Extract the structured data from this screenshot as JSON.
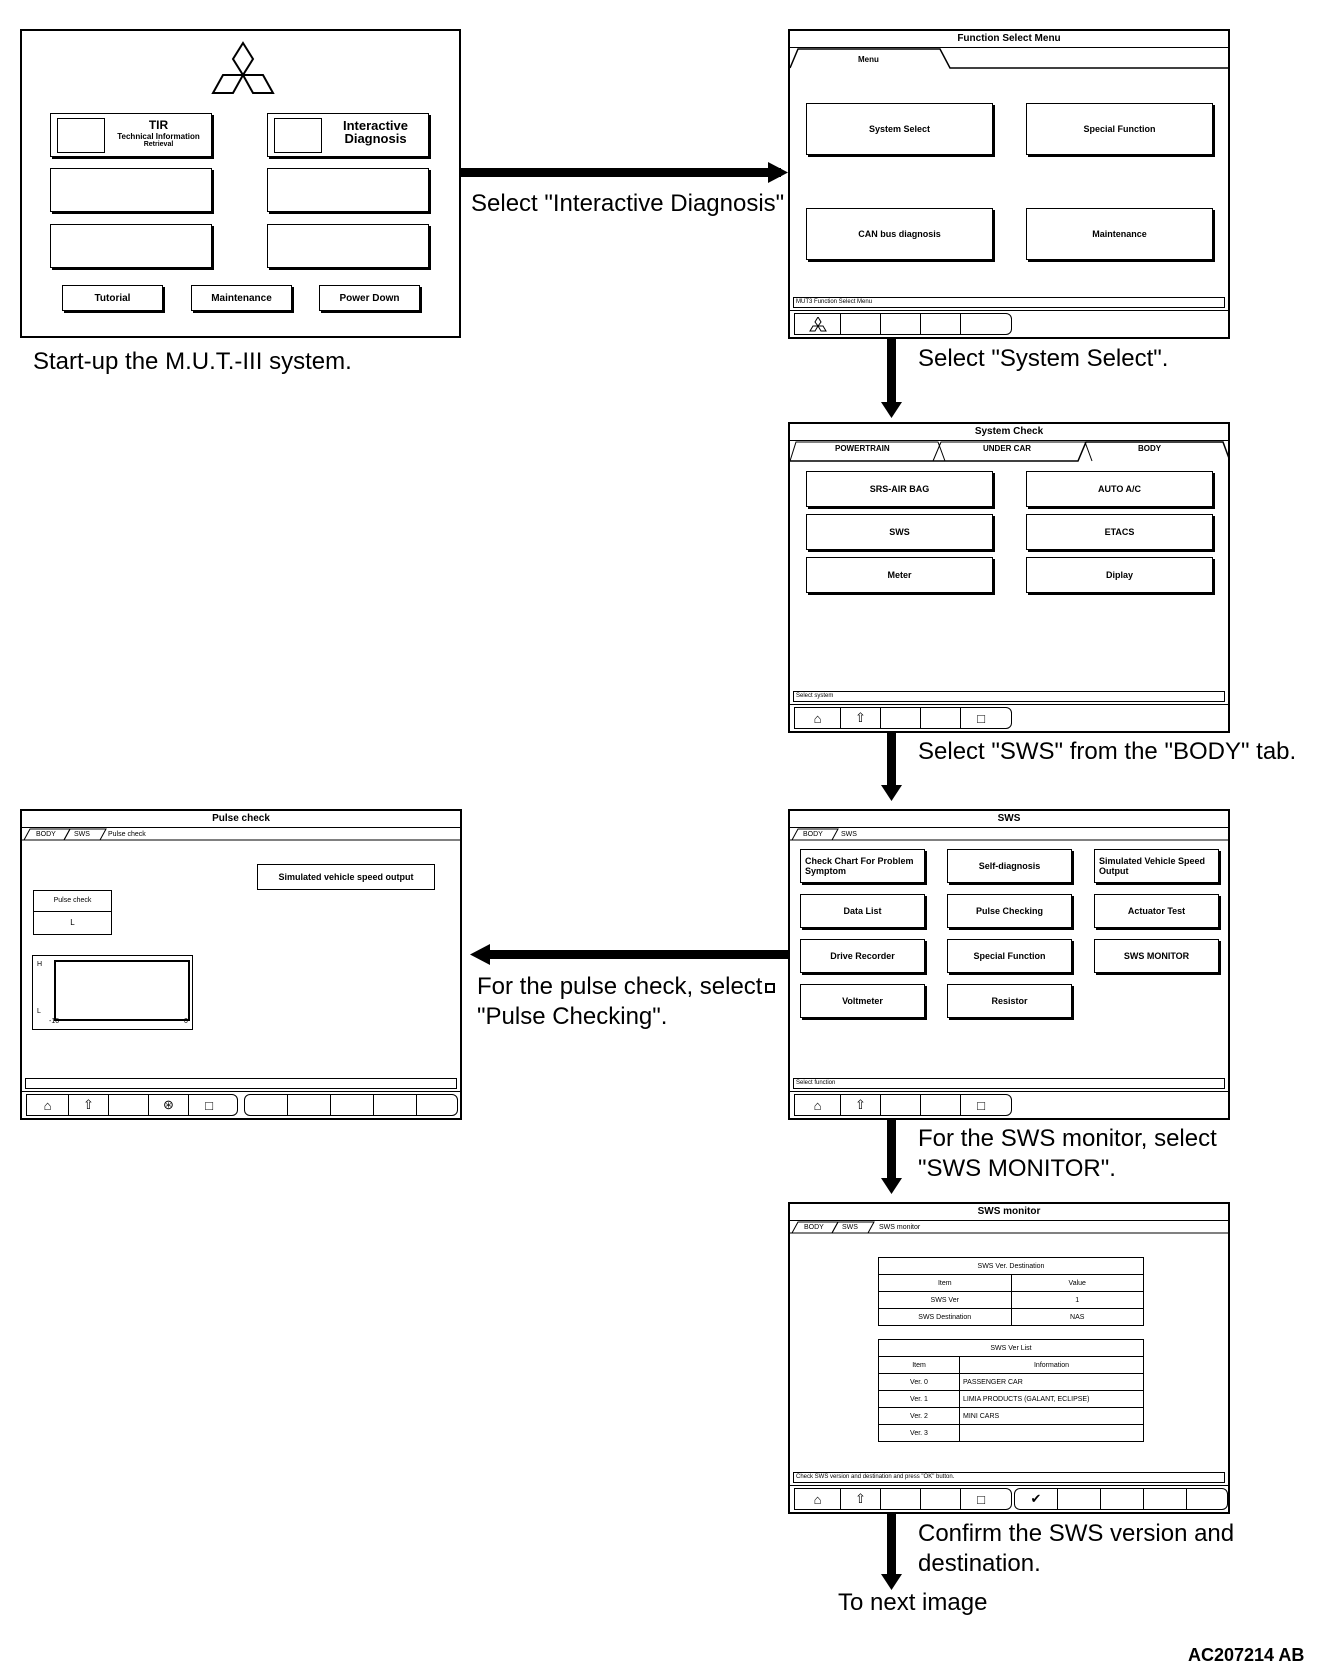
{
  "startup": {
    "tir_title": "TIR",
    "tir_sub1": "Technical Information",
    "tir_sub2": "Retrieval",
    "interactive_line1": "Interactive",
    "interactive_line2": "Diagnosis",
    "tutorial": "Tutorial",
    "maintenance": "Maintenance",
    "power_down": "Power Down",
    "caption": "Start-up the M.U.T.-III system."
  },
  "arrow1_caption": "Select \"Interactive Diagnosis\"",
  "function_select": {
    "title": "Function Select Menu",
    "tab": "Menu",
    "system_select": "System Select",
    "special_function": "Special Function",
    "can_bus": "CAN bus diagnosis",
    "maintenance": "Maintenance",
    "status": "MUT3 Function Select Menu"
  },
  "arrow2_caption": "Select \"System Select\".",
  "system_check": {
    "title": "System Check",
    "tab_powertrain": "POWERTRAIN",
    "tab_under_car": "UNDER CAR",
    "tab_body": "BODY",
    "srs": "SRS-AIR BAG",
    "auto_ac": "AUTO A/C",
    "sws": "SWS",
    "etacs": "ETACS",
    "meter": "Meter",
    "display": "Diplay",
    "status": "Select system"
  },
  "arrow3_caption": "Select \"SWS\" from the \"BODY\" tab.",
  "sws": {
    "title": "SWS",
    "crumb1": "BODY",
    "crumb2": "SWS",
    "check_chart": "Check Chart For Problem Symptom",
    "self_diag": "Self-diagnosis",
    "sim_speed": "Simulated Vehicle Speed Output",
    "data_list": "Data List",
    "pulse_checking": "Pulse Checking",
    "actuator": "Actuator Test",
    "drive_recorder": "Drive Recorder",
    "special_function": "Special Function",
    "sws_monitor": "SWS MONITOR",
    "voltmeter": "Voltmeter",
    "resistor": "Resistor",
    "status": "Select function"
  },
  "arrow4_caption_line1": "For the pulse check, select",
  "arrow4_caption_line2": "\"Pulse Checking\".",
  "pulse": {
    "title": "Pulse check",
    "crumb1": "BODY",
    "crumb2": "SWS",
    "crumb3": "Pulse check",
    "sim_button": "Simulated vehicle speed output",
    "pulse_label": "Pulse check",
    "pulse_value": "L",
    "graph_h": "H",
    "graph_l": "L",
    "graph_x_min": "-10",
    "graph_x_max": "0"
  },
  "arrow5_caption_line1": "For the SWS monitor, select",
  "arrow5_caption_line2": "\"SWS MONITOR\".",
  "monitor": {
    "title": "SWS monitor",
    "crumb1": "BODY",
    "crumb2": "SWS",
    "crumb3": "SWS monitor",
    "t1_title": "SWS Ver. Destination",
    "t1_h_item": "Item",
    "t1_h_value": "Value",
    "t1_r1_item": "SWS Ver",
    "t1_r1_value": "1",
    "t1_r2_item": "SWS Destination",
    "t1_r2_value": "NAS",
    "t2_title": "SWS Ver List",
    "t2_h_item": "Item",
    "t2_h_info": "Information",
    "t2_r0_item": "Ver. 0",
    "t2_r0_info": "PASSENGER CAR",
    "t2_r1_item": "Ver. 1",
    "t2_r1_info": "LIMIA PRODUCTS (GALANT, ECLIPSE)",
    "t2_r2_item": "Ver. 2",
    "t2_r2_info": "MINI CARS",
    "t2_r3_item": "Ver. 3",
    "t2_r3_info": "",
    "status": "Check SWS version and destination and press \"OK\" button."
  },
  "arrow6_caption_line1": "Confirm the SWS version and",
  "arrow6_caption_line2": "destination.",
  "next_image": "To next image",
  "figure_code": "AC207214 AB"
}
